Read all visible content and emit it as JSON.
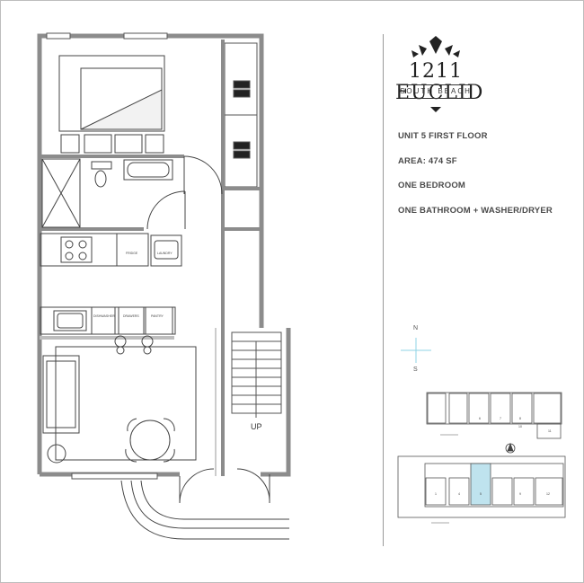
{
  "logo": {
    "name": "1211 EUCLID",
    "subtitle": "SOUTH BEACH"
  },
  "unit": {
    "title": "UNIT 5 FIRST FLOOR",
    "area": "AREA: 474 SF",
    "bedrooms": "ONE BEDROOM",
    "bathrooms": "ONE BATHROOM + WASHER/DRYER"
  },
  "compass": {
    "north": "N",
    "south": "S"
  },
  "stairs_label": "UP",
  "appliance_labels": {
    "fridge": "FRIDGE",
    "laundry": "LAUNDRY",
    "dishwasher": "DISHWASHER",
    "drawers": "DRAWERS",
    "pantry": "PANTRY"
  },
  "keyplan": {
    "upper_units": [
      "6",
      "7",
      "8",
      "10",
      "11"
    ],
    "lower_units": [
      "1",
      "4",
      "5",
      "9",
      "12"
    ],
    "highlighted_unit": "5",
    "highlight_color": "#bfe3ee"
  },
  "colors": {
    "wall": "#9a9a9a",
    "line": "#444444",
    "compass": "#8fd3e4"
  }
}
